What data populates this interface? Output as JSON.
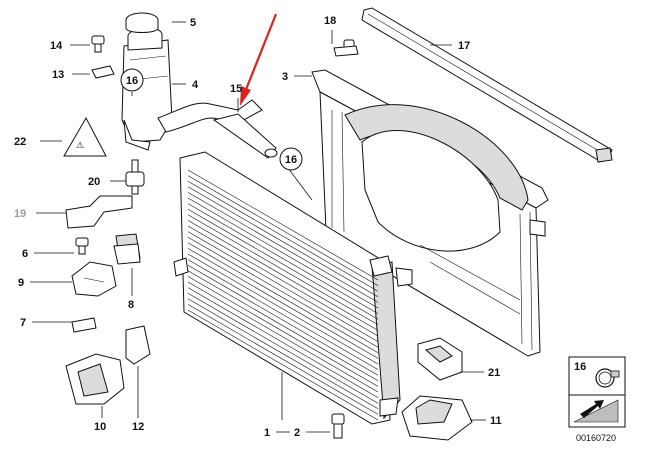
{
  "diagram": {
    "labels": {
      "p1": "1",
      "p2": "2",
      "p3": "3",
      "p4": "4",
      "p5": "5",
      "p6": "6",
      "p7": "7",
      "p8": "8",
      "p9": "9",
      "p10": "10",
      "p11": "11",
      "p12": "12",
      "p13": "13",
      "p14": "14",
      "p15": "15",
      "p16a": "16",
      "p16b": "16",
      "p17": "17",
      "p18": "18",
      "p19": "19",
      "p20": "20",
      "p21": "21",
      "p22": "22"
    },
    "legend": {
      "ref": "16"
    },
    "image_code": "00160720",
    "colors": {
      "arrow": "#e0201b",
      "muted_label": "#9a9a9a"
    }
  }
}
